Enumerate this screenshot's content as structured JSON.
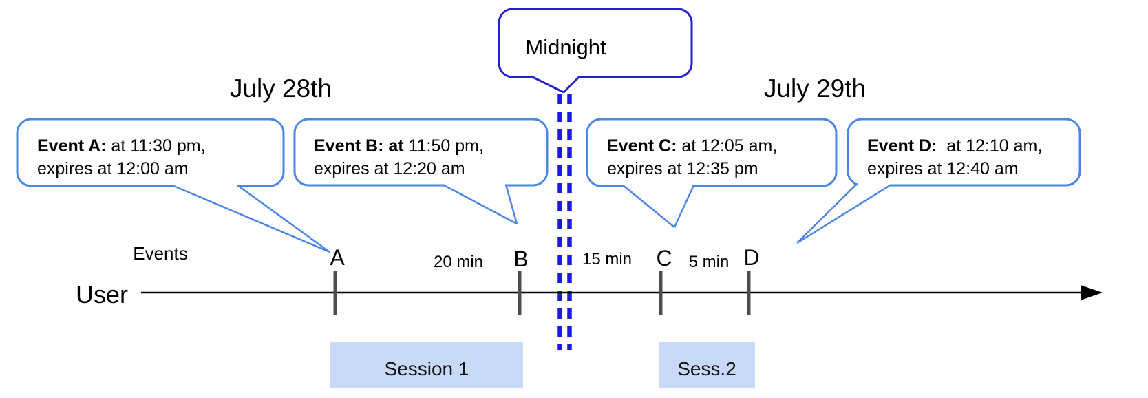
{
  "headers": {
    "day_left": "July 28th",
    "day_right": "July 29th"
  },
  "midnight": {
    "label": "Midnight"
  },
  "axis": {
    "events_label": "Events",
    "user_label": "User"
  },
  "events": [
    {
      "letter": "A",
      "bold": "Event A:",
      "rest": " at 11:30 pm,",
      "line2": "expires at 12:00 am"
    },
    {
      "letter": "B",
      "bold": "Event B: at",
      "rest": " 11:50 pm,",
      "line2": "expires at 12:20 am"
    },
    {
      "letter": "C",
      "bold": "Event C:",
      "rest": " at 12:05 am,",
      "line2": "expires at 12:35 pm"
    },
    {
      "letter": "D",
      "bold": "Event D:",
      "rest": "  at 12:10 am,",
      "line2": "expires at 12:40 am"
    }
  ],
  "gaps": [
    "20 min",
    "15 min",
    "5 min"
  ],
  "sessions": [
    "Session 1",
    "Sess.2"
  ],
  "colors": {
    "event_bubble_border": "#4a86e8",
    "midnight_bubble_border": "#2222cc",
    "midnight_dash": "#1a1ae0",
    "session_fill": "#c9daf8",
    "tick": "#4d4d4d",
    "timeline": "#000000"
  }
}
